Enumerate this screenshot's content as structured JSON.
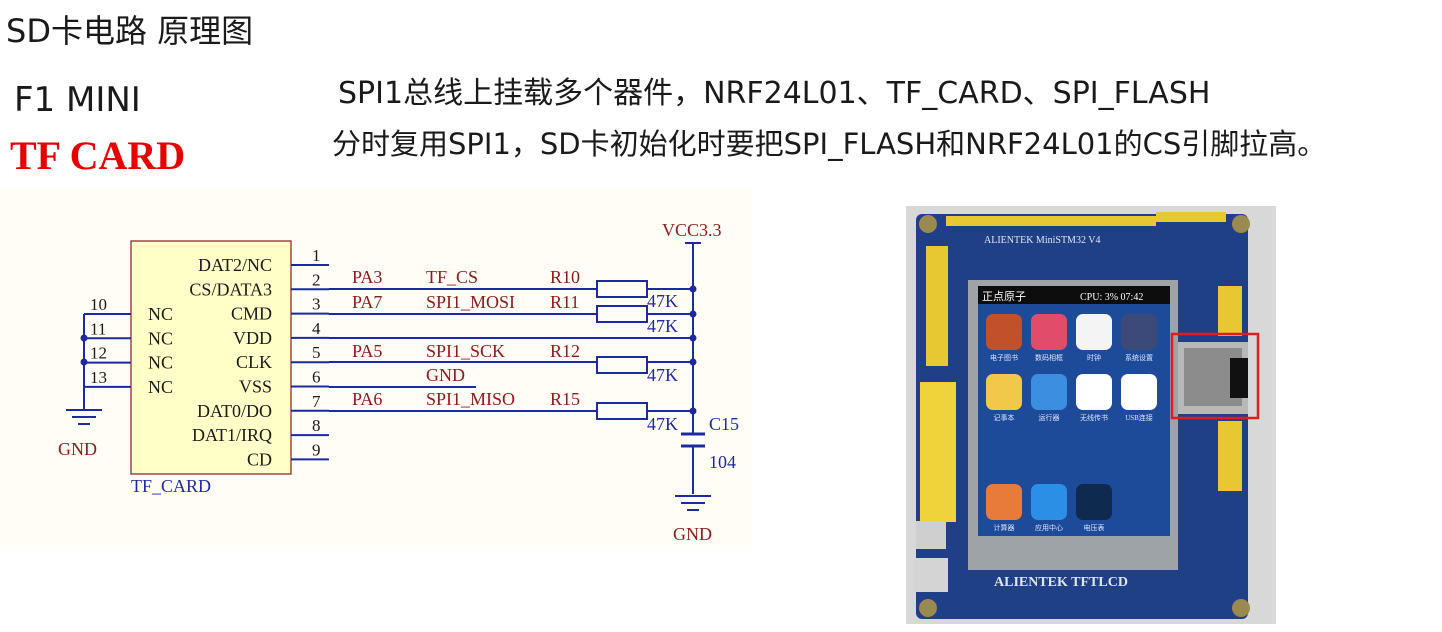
{
  "header": {
    "title": "SD卡电路 原理图",
    "board": "F1 MINI",
    "module": "TF CARD",
    "desc_line1": "SPI1总线上挂载多个器件，NRF24L01、TF_CARD、SPI_FLASH",
    "desc_line2": "分时复用SPI1，SD卡初始化时要把SPI_FLASH和NRF24L01的CS引脚拉高。"
  },
  "schematic": {
    "component_name": "TF_CARD",
    "right_pins": [
      {
        "num": "1",
        "label": "DAT2/NC"
      },
      {
        "num": "2",
        "label": "CS/DATA3"
      },
      {
        "num": "3",
        "label": "CMD"
      },
      {
        "num": "4",
        "label": "VDD"
      },
      {
        "num": "5",
        "label": "CLK"
      },
      {
        "num": "6",
        "label": "VSS"
      },
      {
        "num": "7",
        "label": "DAT0/DO"
      },
      {
        "num": "8",
        "label": "DAT1/IRQ"
      },
      {
        "num": "9",
        "label": "CD"
      }
    ],
    "left_pins": [
      {
        "num": "10",
        "label": "NC"
      },
      {
        "num": "11",
        "label": "NC"
      },
      {
        "num": "12",
        "label": "NC"
      },
      {
        "num": "13",
        "label": "NC"
      }
    ],
    "nets": [
      {
        "port": "PA3",
        "signal": "TF_CS",
        "resistor": "R10",
        "value": "47K"
      },
      {
        "port": "PA7",
        "signal": "SPI1_MOSI",
        "resistor": "R11",
        "value": "47K"
      },
      {
        "port": "PA5",
        "signal": "SPI1_SCK",
        "resistor": "R12",
        "value": "47K"
      },
      {
        "port": "PA6",
        "signal": "SPI1_MISO",
        "resistor": "R15",
        "value": "47K"
      }
    ],
    "gnd_net": "GND",
    "vcc": "VCC3.3",
    "gnd_left": "GND",
    "gnd_right": "GND",
    "capacitor_ref": "C15",
    "capacitor_value": "104"
  },
  "photo": {
    "board_label_top": "ALIENTEK  MiniSTM32  V4",
    "board_label_bottom": "ALIENTEK   TFTLCD",
    "screen_status_left": "正点原子",
    "screen_status_right": "CPU: 3%  07:42",
    "app_labels": [
      "电子图书",
      "数码相框",
      "时钟",
      "系统设置",
      "记事本",
      "运行器",
      "无线传书",
      "USB连接",
      "计算器",
      "应用中心",
      "电压表"
    ]
  },
  "colors": {
    "wire": "#1c2aa0",
    "label": "#8b1a1a",
    "ic_fill": "#ffffc8",
    "title_red": "#e60000",
    "highlight_box": "#e01c1c"
  }
}
